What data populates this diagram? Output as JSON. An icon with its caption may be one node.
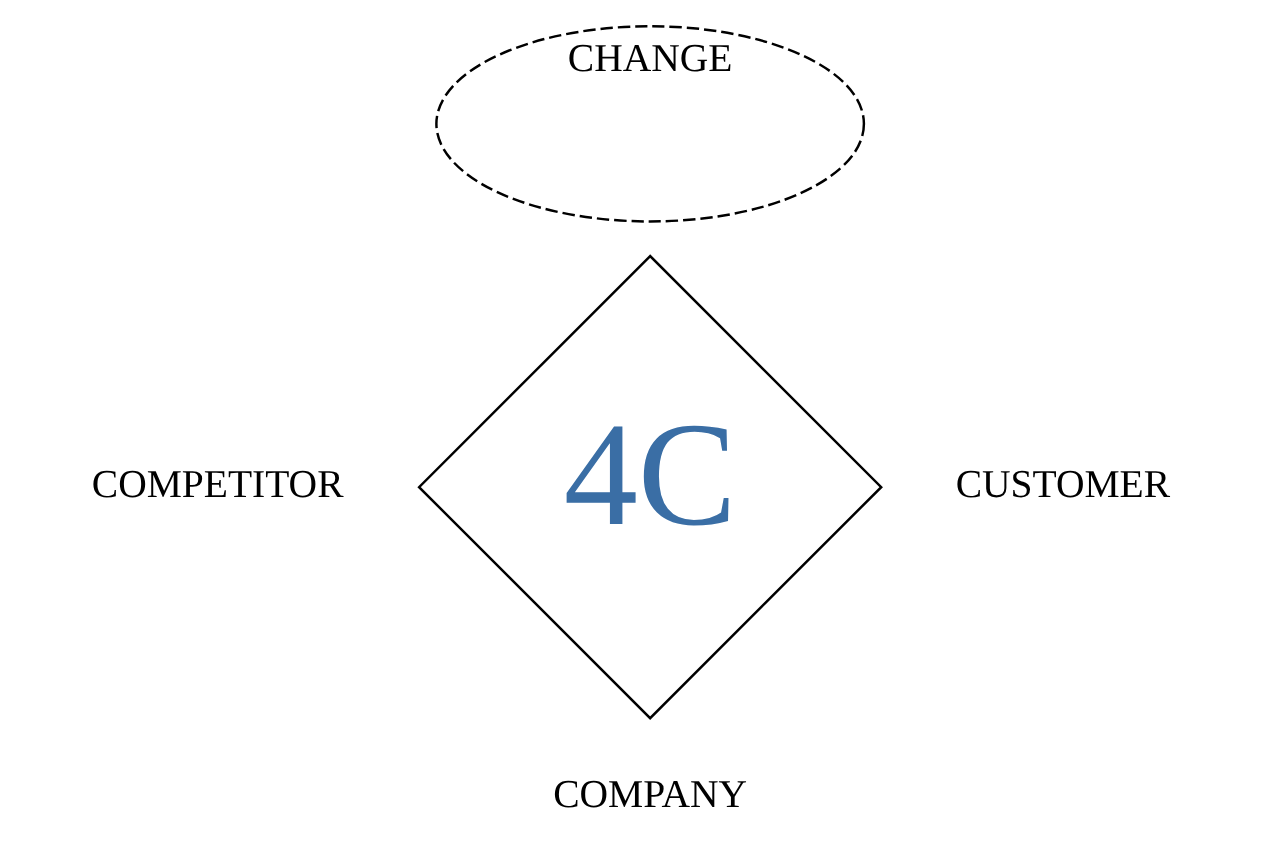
{
  "diagram": {
    "nodes": [
      {
        "text": [
          "CHANGE"
        ]
      },
      {
        "text": [
          "4C"
        ]
      }
    ],
    "labels": [
      "COMPETITOR",
      "CUSTOMER",
      "COMPANY"
    ]
  }
}
